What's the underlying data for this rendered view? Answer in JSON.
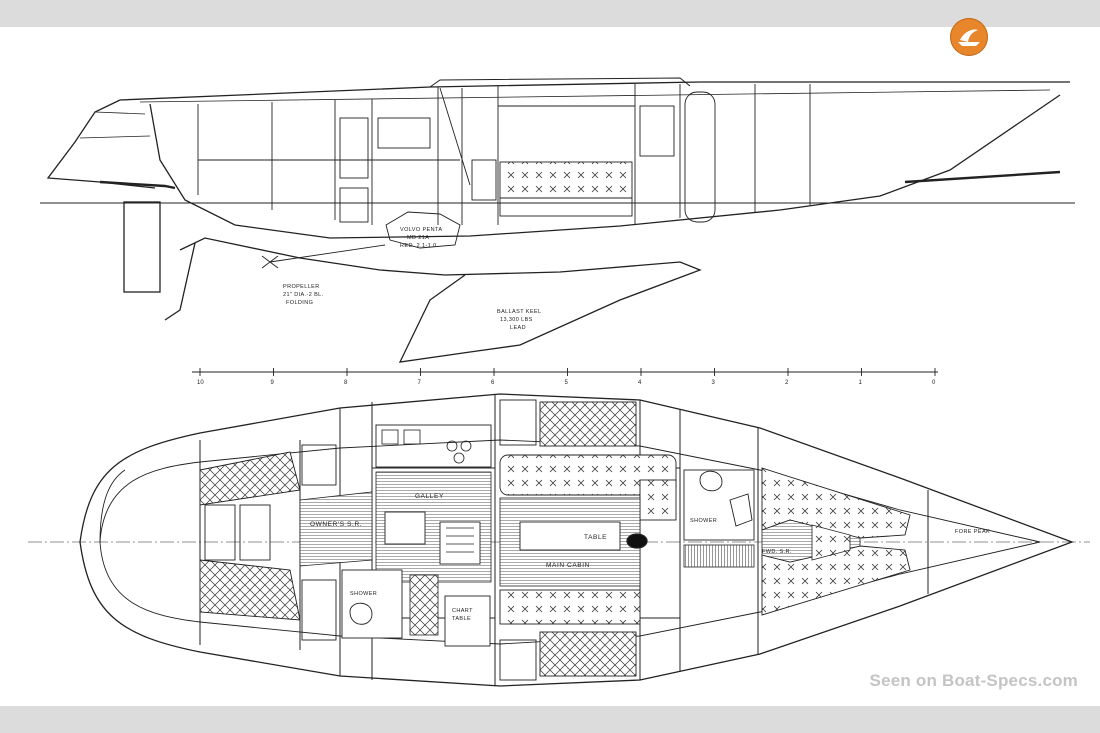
{
  "watermark": "Seen on Boat-Specs.com",
  "logo_icon": "boat-specs-logo-icon",
  "colors": {
    "band": "#dcdcdc",
    "logo": "#e8862c",
    "ink": "#222222",
    "watermark": "#c4c4c4"
  },
  "profile": {
    "engine_label": [
      "VOLVO PENTA",
      "MD 21A",
      "RED. 2.1-1.0"
    ],
    "propeller_label": [
      "PROPELLER",
      "21\" DIA.-2 BL.",
      "FOLDING"
    ],
    "keel_label": [
      "BALLAST KEEL",
      "13,300 LBS",
      "LEAD"
    ]
  },
  "scale": {
    "ticks": [
      "10",
      "9",
      "8",
      "7",
      "6",
      "5",
      "4",
      "3",
      "2",
      "1",
      "0"
    ]
  },
  "plan": {
    "galley": "GALLEY",
    "owners_sr": "OWNER'S S.R.",
    "table": "TABLE",
    "main_cabin": "MAIN CABIN",
    "shower_aft": "SHOWER",
    "chart_table": [
      "CHART",
      "TABLE"
    ],
    "shower_fwd": "SHOWER",
    "fwd_sr": "FWD. S.R.",
    "fore_peak": "FORE PEAK"
  }
}
